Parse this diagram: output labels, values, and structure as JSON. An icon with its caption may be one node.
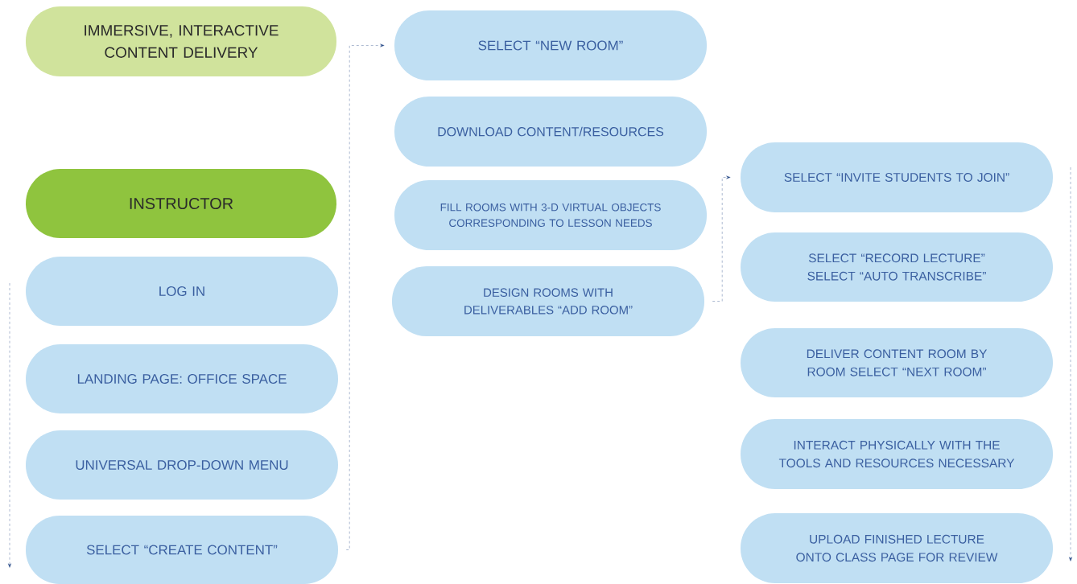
{
  "diagram": {
    "nodes": [
      {
        "text": [
          "IMMERSIVE, INTERACTIVE CONTENT DELIVERY"
        ]
      },
      {
        "text": [
          "INSTRUCTOR"
        ]
      },
      {
        "text": [
          "LOG IN"
        ]
      },
      {
        "text": [
          "LANDING PAGE: OFFICE SPACE"
        ]
      },
      {
        "text": [
          "UNIVERSAL DROP-DOWN MENU"
        ]
      },
      {
        "text": [
          "SELECT “CREATE CONTENT”"
        ]
      },
      {
        "text": [
          "SELECT “NEW ROOM”"
        ]
      },
      {
        "text": [
          "DOWNLOAD CONTENT/RESOURCES"
        ]
      },
      {
        "text": [
          "FILL ROOMS WITH 3-D VIRTUAL OBJECTS CORRESPONDING TO LESSON NEEDS"
        ]
      },
      {
        "text": [
          "DESIGN ROOMS WITH DELIVERABLES “ADD ROOM”"
        ]
      },
      {
        "text": [
          "SELECT “INVITE STUDENTS TO JOIN”"
        ]
      },
      {
        "text": [
          "SELECT “RECORD LECTURE” SELECT “AUTO TRANSCRIBE”"
        ]
      },
      {
        "text": [
          "DELIVER CONTENT ROOM BY ROOM SELECT “NEXT ROOM”"
        ]
      },
      {
        "text": [
          "INTERACT PHYSICALLY WITH THE TOOLS AND RESOURCES NECESSARY"
        ]
      },
      {
        "text": [
          "UPLOAD FINISHED LECTURE ONTO CLASS PAGE FOR REVIEW"
        ]
      }
    ],
    "edges": [
      {
        "from": 5,
        "to": 6,
        "arrow": "to",
        "style": "dashed"
      },
      {
        "from": 9,
        "to": 10,
        "arrow": "to",
        "style": "dashed"
      }
    ]
  }
}
